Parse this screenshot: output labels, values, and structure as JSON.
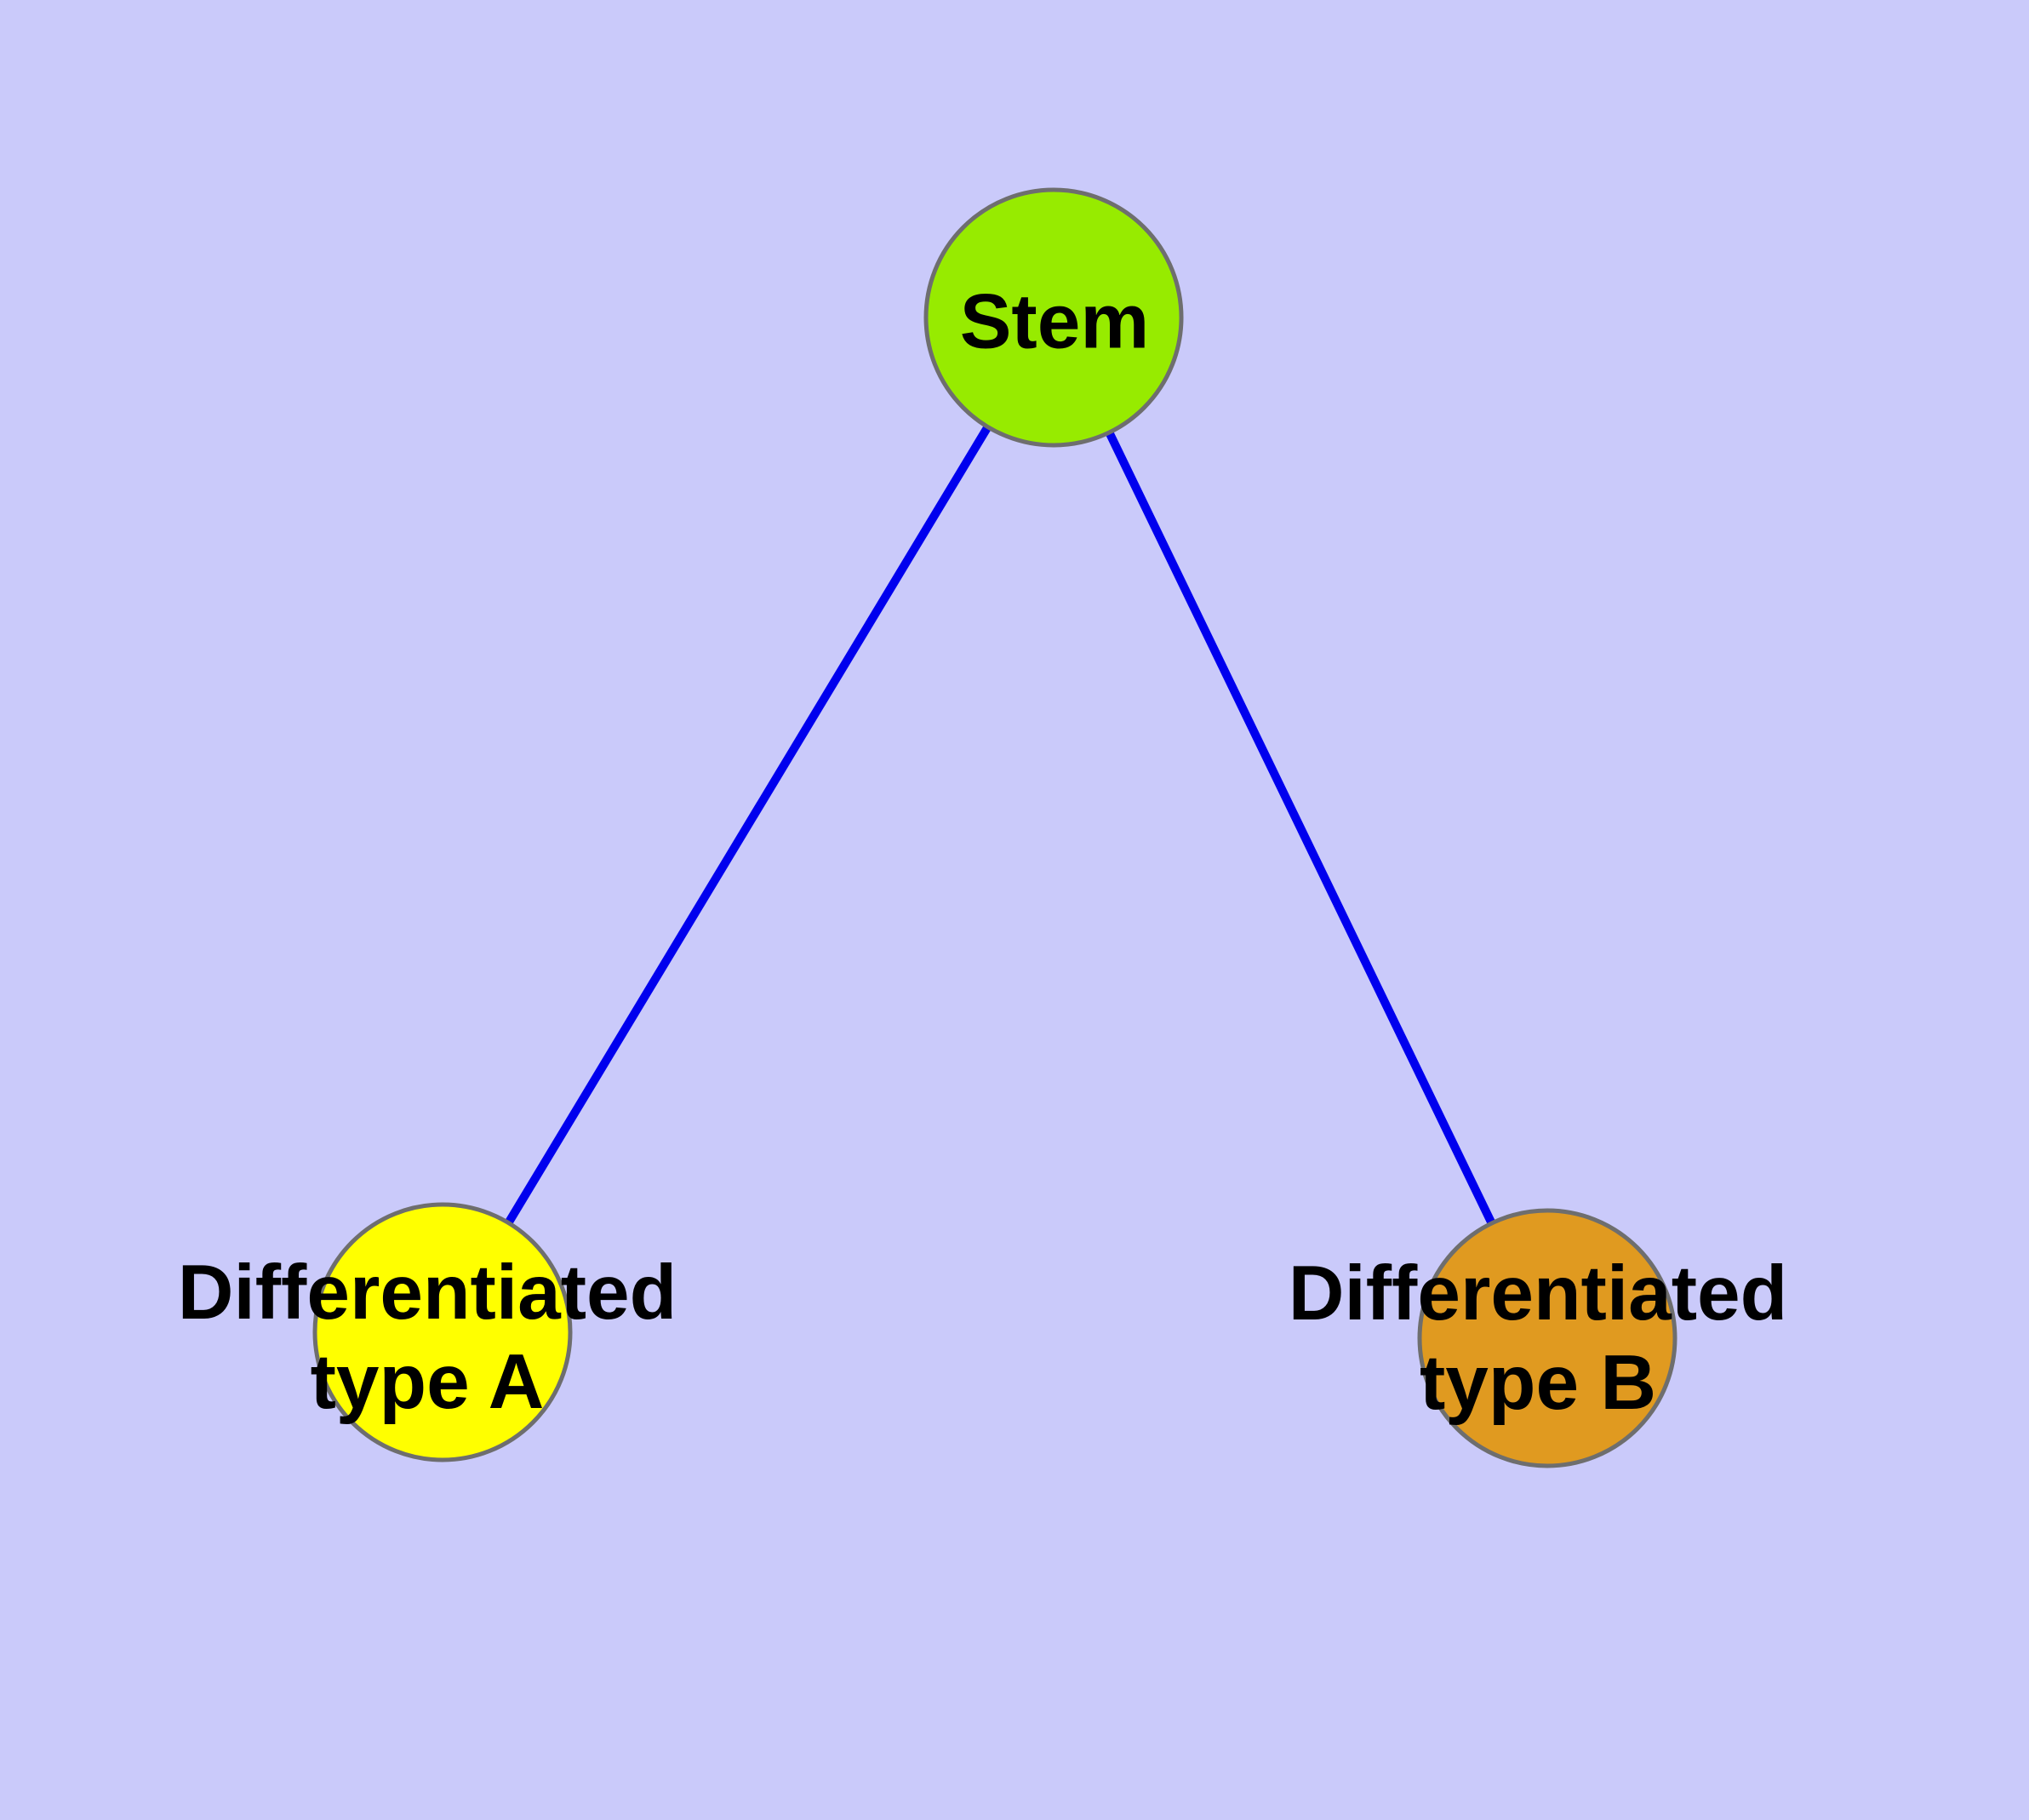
{
  "diagram": {
    "background_color": "#CACAFA",
    "edge_color": "#0000EE",
    "node_border_color": "#6E6E6E",
    "label_text_color": "#000000",
    "nodes": [
      {
        "id": "stem",
        "label": "Stem",
        "color": "#97EB00"
      },
      {
        "id": "differentiated-type-a",
        "label": "Differentiated\ntype A",
        "color": "#FFFF00"
      },
      {
        "id": "differentiated-type-b",
        "label": "Differentiated\ntype B",
        "color": "#E09A20"
      }
    ],
    "edges": [
      {
        "from": "stem",
        "to": "differentiated-type-a"
      },
      {
        "from": "stem",
        "to": "differentiated-type-b"
      }
    ]
  }
}
